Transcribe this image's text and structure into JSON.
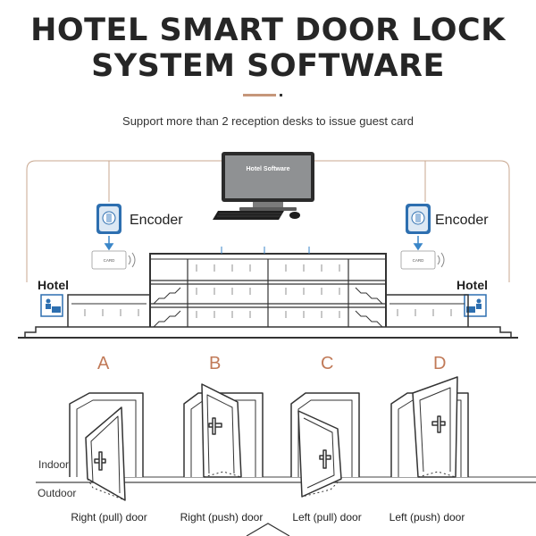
{
  "header": {
    "title_line1": "HOTEL SMART DOOR LOCK",
    "title_line2": "SYSTEM SOFTWARE",
    "subtitle": "Support more than 2 reception desks to issue guest card"
  },
  "diagram": {
    "monitor_text": "Hotel Software",
    "encoder_label": "Encoder",
    "card_text": "CARD",
    "hotel_label": "Hotel",
    "indoor_label": "Indoor",
    "outdoor_label": "Outdoor"
  },
  "doors": [
    {
      "letter": "A",
      "caption": "Right (pull) door"
    },
    {
      "letter": "B",
      "caption": "Right (push) door"
    },
    {
      "letter": "C",
      "caption": "Left (pull) door"
    },
    {
      "letter": "D",
      "caption": "Left (push) door"
    }
  ],
  "colors": {
    "accent": "#c6977a",
    "dark": "#333333",
    "wire": "#c8a78f",
    "letter": "#c17a58",
    "blue": "#3a86c8"
  }
}
